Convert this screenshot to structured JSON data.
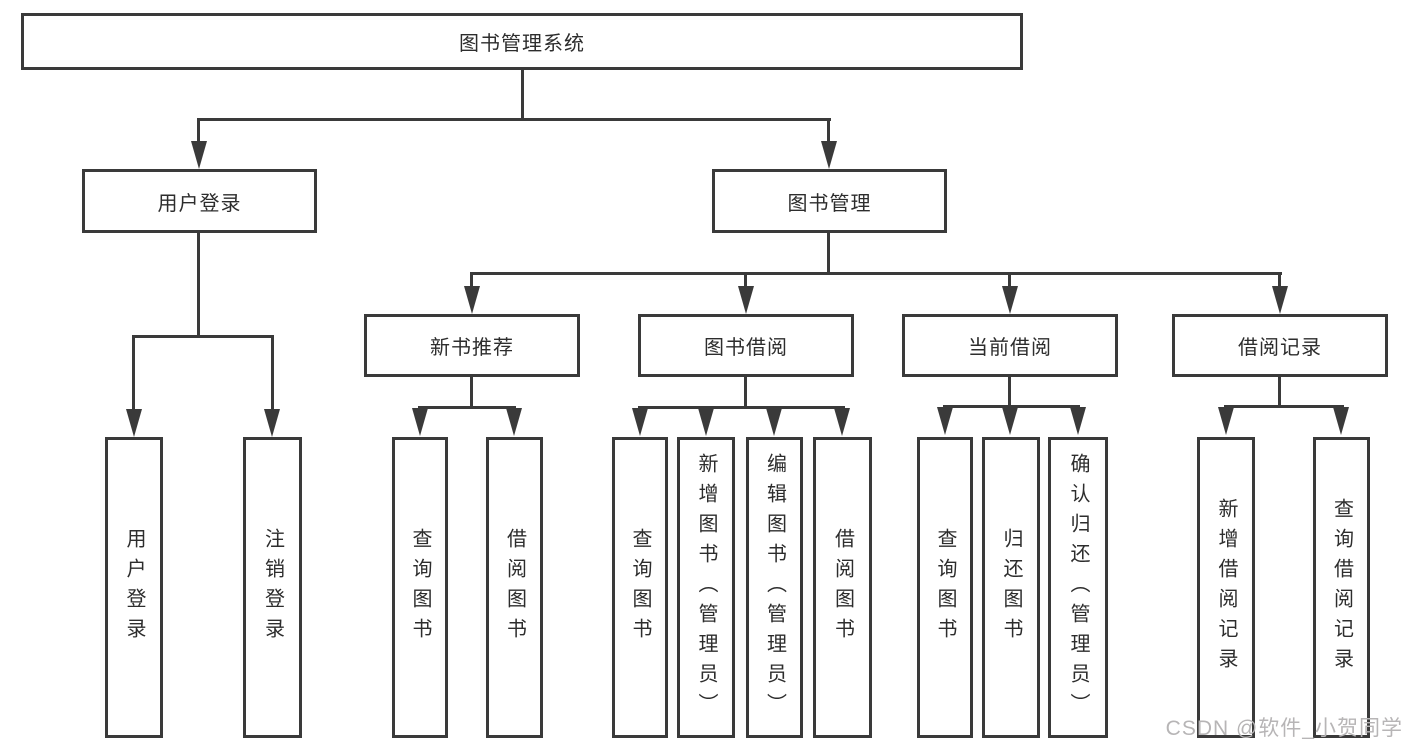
{
  "tree": {
    "root": {
      "label": "图书管理系统",
      "children": [
        {
          "label": "用户登录",
          "children": [
            {
              "label": "用户登录"
            },
            {
              "label": "注销登录"
            }
          ]
        },
        {
          "label": "图书管理",
          "children": [
            {
              "label": "新书推荐",
              "children": [
                {
                  "label": "查询图书"
                },
                {
                  "label": "借阅图书"
                }
              ]
            },
            {
              "label": "图书借阅",
              "children": [
                {
                  "label": "查询图书"
                },
                {
                  "label": "新增图书（管理员）"
                },
                {
                  "label": "编辑图书（管理员）"
                },
                {
                  "label": "借阅图书"
                }
              ]
            },
            {
              "label": "当前借阅",
              "children": [
                {
                  "label": "查询图书"
                },
                {
                  "label": "归还图书"
                },
                {
                  "label": "确认归还（管理员）"
                }
              ]
            },
            {
              "label": "借阅记录",
              "children": [
                {
                  "label": "新增借阅记录"
                },
                {
                  "label": "查询借阅记录"
                }
              ]
            }
          ]
        }
      ]
    }
  },
  "watermark": {
    "text": "CSDN @软件_小贺同学"
  },
  "colors": {
    "line": "#3a3a3a",
    "box_border": "#3a3a3a",
    "text": "#2d2d2d",
    "background": "#ffffff",
    "watermark": "#b7b5b6"
  }
}
